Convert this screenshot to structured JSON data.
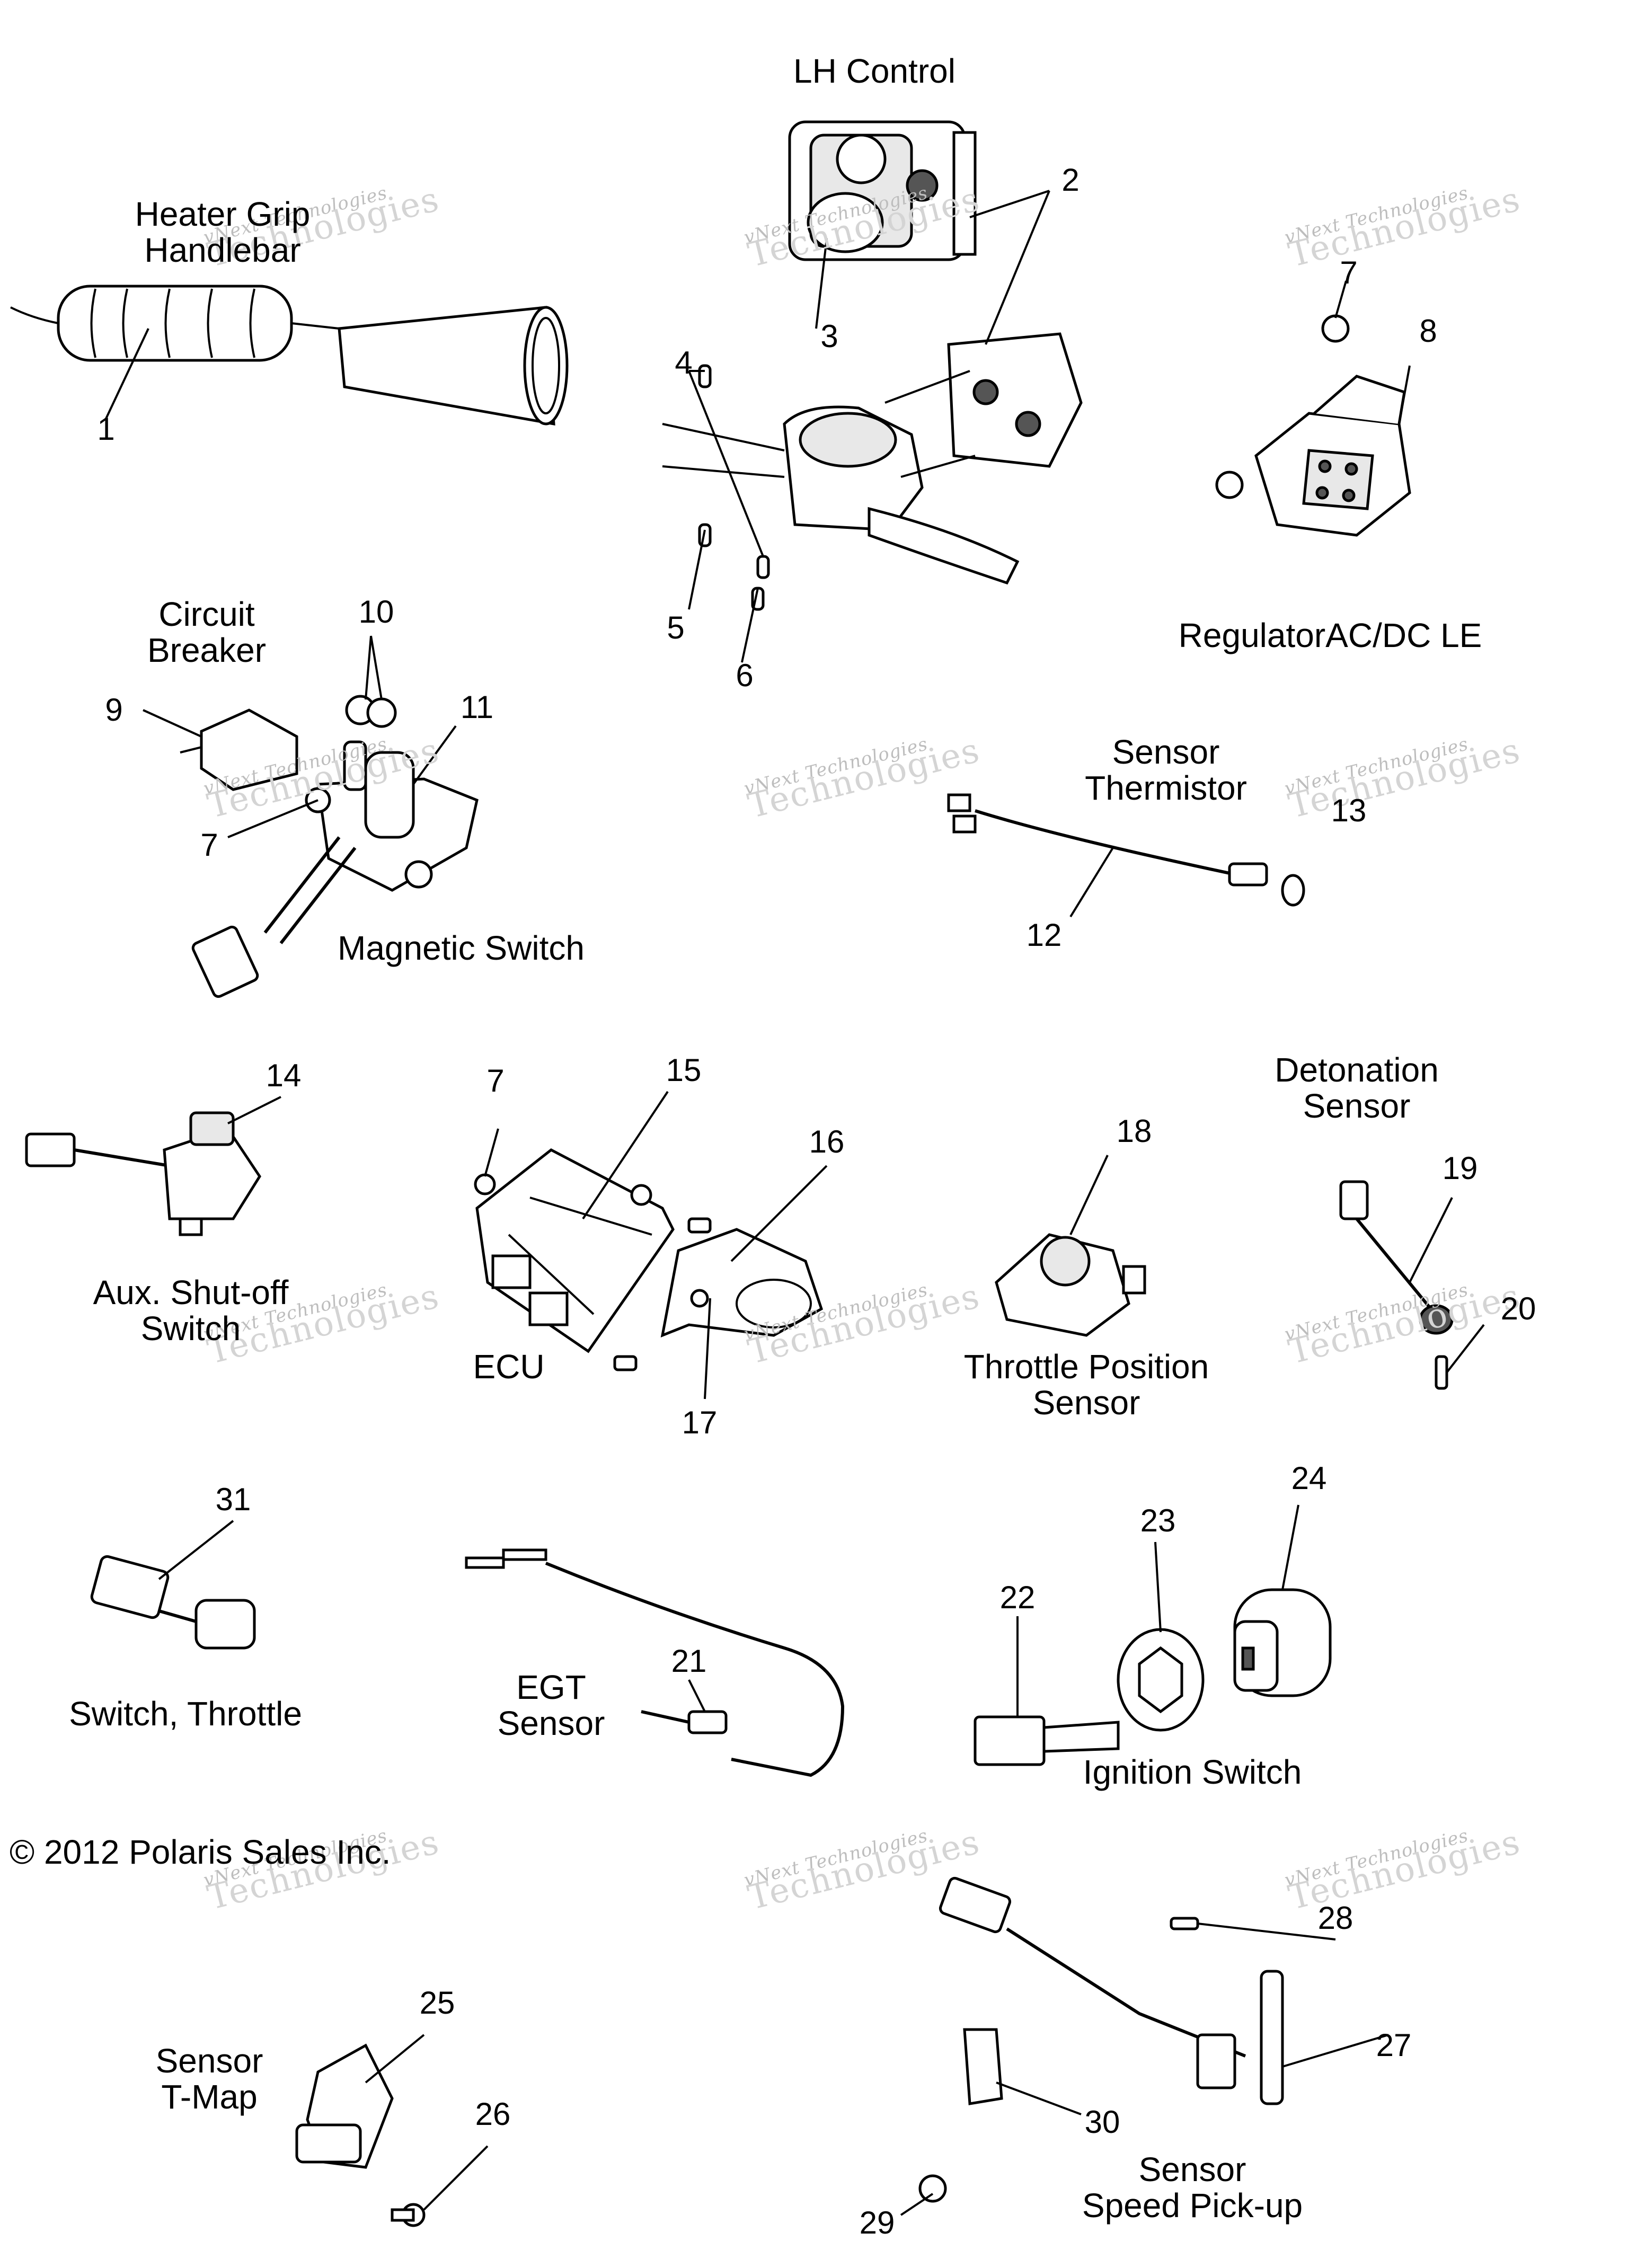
{
  "labels": {
    "lh_control": "LH Control",
    "heater_grip": "Heater Grip\nHandlebar",
    "regulator": "RegulatorAC/DC LE",
    "circuit_breaker": "Circuit\nBreaker",
    "sensor_thermistor": "Sensor\nThermistor",
    "magnetic_switch": "Magnetic Switch",
    "detonation_sensor": "Detonation\nSensor",
    "aux_shutoff": "Aux. Shut-off\nSwitch",
    "ecu": "ECU",
    "tps": "Throttle Position\nSensor",
    "switch_throttle": "Switch, Throttle",
    "egt_sensor": "EGT\nSensor",
    "ignition_switch": "Ignition Switch",
    "sensor_tmap": "Sensor\nT-Map",
    "sensor_speed": "Sensor\nSpeed Pick-up"
  },
  "copyright": "© 2012 Polaris Sales Inc.",
  "watermark": {
    "line1": "vNext Technologies",
    "line2": "Technologies"
  },
  "callouts": {
    "c1": "1",
    "c2": "2",
    "c3": "3",
    "c4": "4",
    "c5": "5",
    "c6": "6",
    "c7a": "7",
    "c7b": "7",
    "c7c": "7",
    "c8": "8",
    "c9": "9",
    "c10": "10",
    "c11": "11",
    "c12": "12",
    "c13": "13",
    "c14": "14",
    "c15": "15",
    "c16": "16",
    "c17": "17",
    "c18": "18",
    "c19": "19",
    "c20": "20",
    "c21": "21",
    "c22": "22",
    "c23": "23",
    "c24": "24",
    "c25": "25",
    "c26": "26",
    "c27": "27",
    "c28": "28",
    "c29": "29",
    "c30": "30",
    "c31": "31"
  }
}
